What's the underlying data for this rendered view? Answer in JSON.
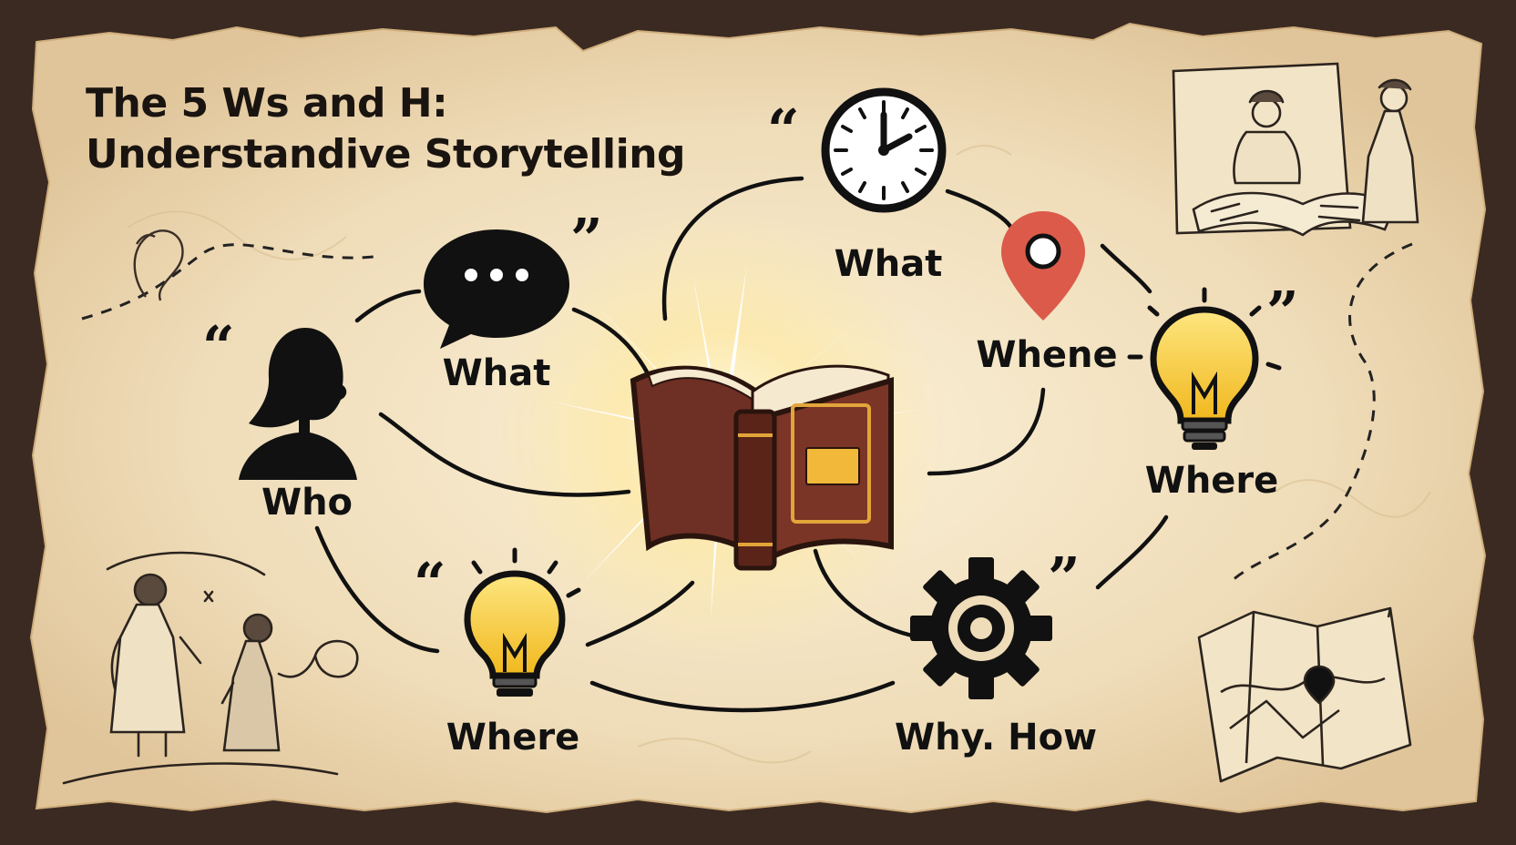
{
  "title": {
    "line1": "The 5 Ws and H:",
    "line2": "Understandive Storytelling"
  },
  "nodes": [
    {
      "id": "who",
      "label": "Who",
      "icon": "person-silhouette-icon"
    },
    {
      "id": "what-left",
      "label": "What",
      "icon": "speech-bubble-icon"
    },
    {
      "id": "what-top",
      "label": "What",
      "icon": "clock-icon"
    },
    {
      "id": "where-pin",
      "label": "Whene",
      "icon": "location-pin-icon"
    },
    {
      "id": "where-right",
      "label": "Where",
      "icon": "lightbulb-icon"
    },
    {
      "id": "where-bottom",
      "label": "Where",
      "icon": "lightbulb-icon"
    },
    {
      "id": "why-how",
      "label": "Why. How",
      "icon": "gear-icon"
    }
  ],
  "center_icon": "open-book-icon",
  "decorations": [
    "quote-marks",
    "sketch-people",
    "sketch-map",
    "sketch-book-scene"
  ],
  "colors": {
    "parchment": "#f1e2c3",
    "frame": "#3b2a22",
    "ink": "#111111",
    "bulb": "#f6c838",
    "pin": "#dc5a4a",
    "book": "#6e2f24"
  }
}
